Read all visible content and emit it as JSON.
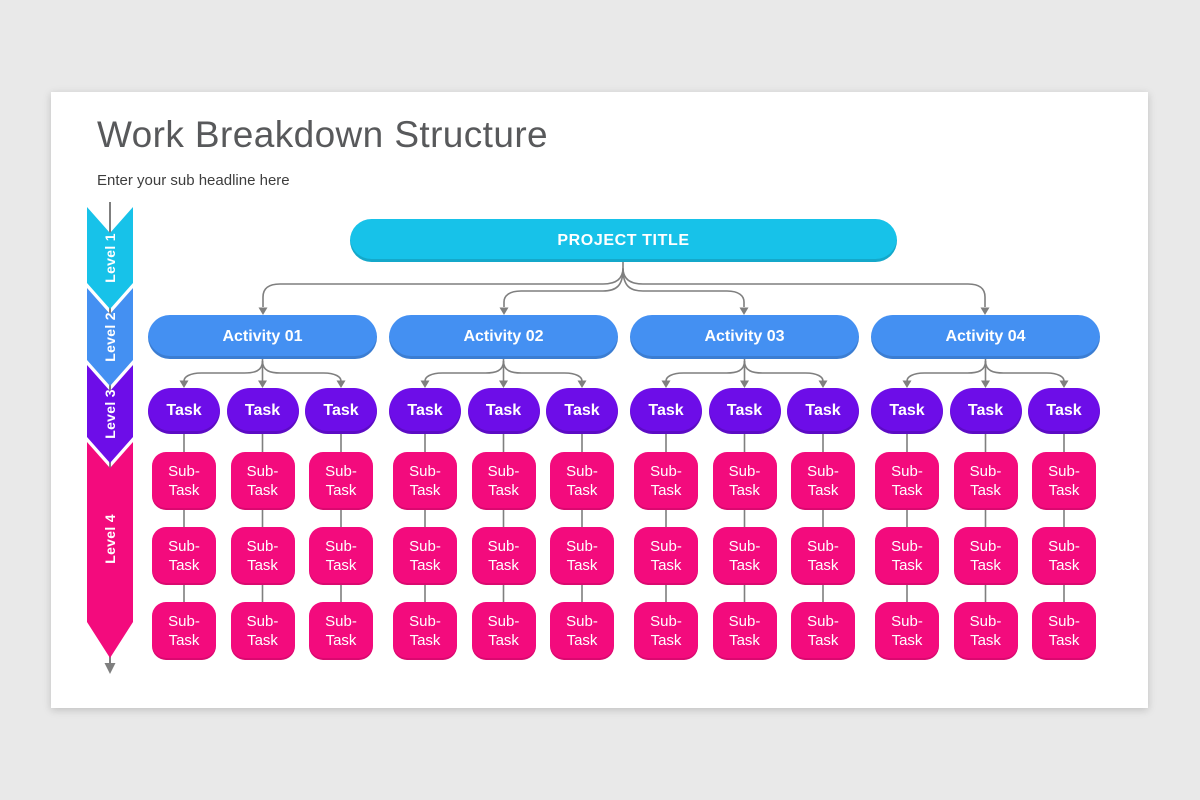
{
  "slide": {
    "title": "Work Breakdown Structure",
    "subtitle": "Enter your sub headline here"
  },
  "colors": {
    "level1_cyan": "#17C2E9",
    "level2_blue": "#4490F2",
    "level3_purple": "#6D0DE8",
    "level4_pink": "#F30B7D",
    "connector_gray": "#7F7F7F",
    "title_text": "#58595B",
    "canvas_background": "#E9E9E9",
    "card_background": "#FFFFFF"
  },
  "levels": [
    {
      "label": "Level 1"
    },
    {
      "label": "Level 2"
    },
    {
      "label": "Level 3"
    },
    {
      "label": "Level 4"
    }
  ],
  "project": {
    "label": "PROJECT TITLE"
  },
  "activities": [
    {
      "label": "Activity 01",
      "tasks": [
        {
          "label": "Task",
          "subtasks": [
            "Sub-Task",
            "Sub-Task",
            "Sub-Task"
          ]
        },
        {
          "label": "Task",
          "subtasks": [
            "Sub-Task",
            "Sub-Task",
            "Sub-Task"
          ]
        },
        {
          "label": "Task",
          "subtasks": [
            "Sub-Task",
            "Sub-Task",
            "Sub-Task"
          ]
        }
      ]
    },
    {
      "label": "Activity 02",
      "tasks": [
        {
          "label": "Task",
          "subtasks": [
            "Sub-Task",
            "Sub-Task",
            "Sub-Task"
          ]
        },
        {
          "label": "Task",
          "subtasks": [
            "Sub-Task",
            "Sub-Task",
            "Sub-Task"
          ]
        },
        {
          "label": "Task",
          "subtasks": [
            "Sub-Task",
            "Sub-Task",
            "Sub-Task"
          ]
        }
      ]
    },
    {
      "label": "Activity 03",
      "tasks": [
        {
          "label": "Task",
          "subtasks": [
            "Sub-Task",
            "Sub-Task",
            "Sub-Task"
          ]
        },
        {
          "label": "Task",
          "subtasks": [
            "Sub-Task",
            "Sub-Task",
            "Sub-Task"
          ]
        },
        {
          "label": "Task",
          "subtasks": [
            "Sub-Task",
            "Sub-Task",
            "Sub-Task"
          ]
        }
      ]
    },
    {
      "label": "Activity 04",
      "tasks": [
        {
          "label": "Task",
          "subtasks": [
            "Sub-Task",
            "Sub-Task",
            "Sub-Task"
          ]
        },
        {
          "label": "Task",
          "subtasks": [
            "Sub-Task",
            "Sub-Task",
            "Sub-Task"
          ]
        },
        {
          "label": "Task",
          "subtasks": [
            "Sub-Task",
            "Sub-Task",
            "Sub-Task"
          ]
        }
      ]
    }
  ]
}
